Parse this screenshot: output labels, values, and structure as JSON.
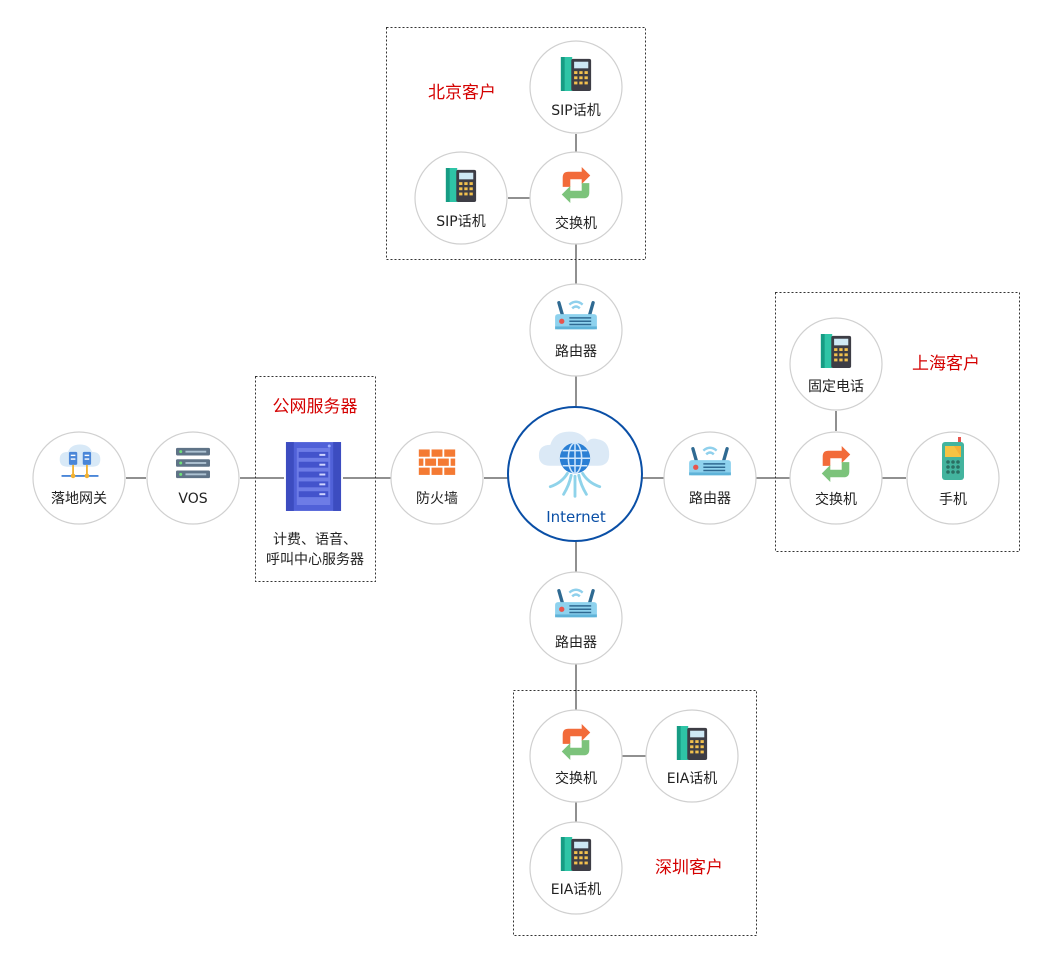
{
  "colors": {
    "group_label": "#d40000",
    "internet_ring": "#0a4fa6",
    "internet_label": "#0a4fa6"
  },
  "nodes": {
    "bj_sip_top": {
      "label": "SIP话机",
      "icon": "desk-phone-icon"
    },
    "bj_sip_left": {
      "label": "SIP话机",
      "icon": "desk-phone-icon"
    },
    "bj_switch": {
      "label": "交换机",
      "icon": "switch-arrows-icon"
    },
    "router_north": {
      "label": "路由器",
      "icon": "router-icon"
    },
    "internet": {
      "label": "Internet",
      "icon": "cloud-globe-icon"
    },
    "router_east": {
      "label": "路由器",
      "icon": "router-icon"
    },
    "sh_fixed": {
      "label": "固定电话",
      "icon": "desk-phone-icon"
    },
    "sh_switch": {
      "label": "交换机",
      "icon": "switch-arrows-icon"
    },
    "sh_mobile": {
      "label": "手机",
      "icon": "mobile-phone-icon"
    },
    "router_south": {
      "label": "路由器",
      "icon": "router-icon"
    },
    "sz_switch": {
      "label": "交换机",
      "icon": "switch-arrows-icon"
    },
    "sz_eia_right": {
      "label": "EIA话机",
      "icon": "desk-phone-icon"
    },
    "sz_eia_bottom": {
      "label": "EIA话机",
      "icon": "desk-phone-icon"
    },
    "firewall": {
      "label": "防火墙",
      "icon": "firewall-icon"
    },
    "vos": {
      "label": "VOS",
      "icon": "server-rack-icon"
    },
    "gateway": {
      "label": "落地网关",
      "icon": "cloud-gateway-icon"
    },
    "public_server": {
      "label_line1": "计费、语音、",
      "label_line2": "呼叫中心服务器",
      "icon": "tower-server-icon"
    }
  },
  "groups": {
    "beijing": {
      "label": "北京客户"
    },
    "shanghai": {
      "label": "上海客户"
    },
    "shenzhen": {
      "label": "深圳客户"
    },
    "public": {
      "label": "公网服务器"
    }
  }
}
